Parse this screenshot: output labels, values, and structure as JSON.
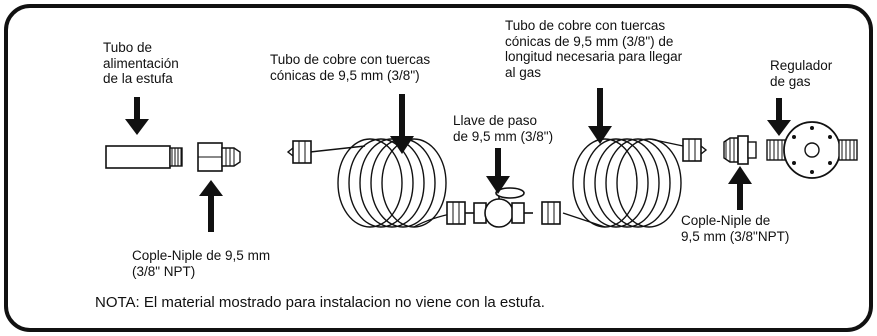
{
  "labels": {
    "tubo_alimentacion": "Tubo de\nalimentación\nde la estufa",
    "tubo_cobre_1": "Tubo de cobre con tuercas\ncónicas de 9,5 mm (3/8\")",
    "llave_paso": "Llave de paso\nde 9,5 mm (3/8\")",
    "tubo_cobre_2": "Tubo de cobre con tuercas\ncónicas de 9,5 mm (3/8\") de\nlongitud necesaria para llegar\nal gas",
    "regulador": "Regulador\nde gas",
    "cople_niple_1": "Cople-Niple de 9,5 mm\n(3/8\" NPT)",
    "cople_niple_2": "Cople-Niple de\n9,5 mm (3/8\"NPT)"
  },
  "note": "NOTA: El material mostrado para instalacion no viene con la estufa.",
  "colors": {
    "line": "#111111",
    "background": "#ffffff"
  }
}
